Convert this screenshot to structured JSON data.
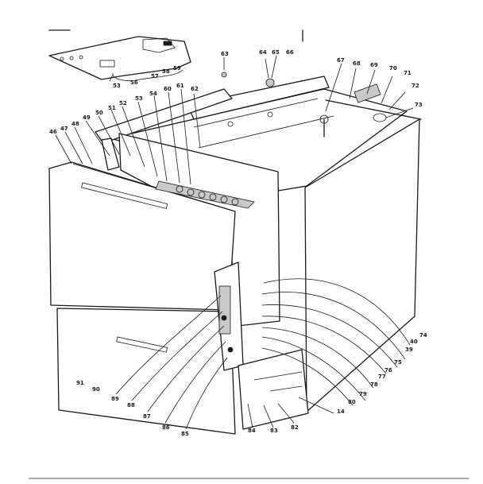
{
  "labels": [
    {
      "id": "l53",
      "text": "53"
    },
    {
      "id": "l56",
      "text": "56"
    },
    {
      "id": "l57",
      "text": "57"
    },
    {
      "id": "l58",
      "text": "58"
    },
    {
      "id": "l59",
      "text": "59"
    },
    {
      "id": "l63",
      "text": "63"
    },
    {
      "id": "l64",
      "text": "64"
    },
    {
      "id": "l65",
      "text": "65"
    },
    {
      "id": "l66",
      "text": "66"
    },
    {
      "id": "l67",
      "text": "67"
    },
    {
      "id": "l68",
      "text": "68"
    },
    {
      "id": "l69",
      "text": "69"
    },
    {
      "id": "l70",
      "text": "70"
    },
    {
      "id": "l71",
      "text": "71"
    },
    {
      "id": "l72",
      "text": "72"
    },
    {
      "id": "l73",
      "text": "73"
    },
    {
      "id": "l46",
      "text": "46"
    },
    {
      "id": "l47",
      "text": "47"
    },
    {
      "id": "l48",
      "text": "48"
    },
    {
      "id": "l49",
      "text": "49"
    },
    {
      "id": "l50",
      "text": "50"
    },
    {
      "id": "l51",
      "text": "51"
    },
    {
      "id": "l52",
      "text": "52"
    },
    {
      "id": "l53b",
      "text": "53"
    },
    {
      "id": "l54",
      "text": "54"
    },
    {
      "id": "l60",
      "text": "60"
    },
    {
      "id": "l61",
      "text": "61"
    },
    {
      "id": "l62",
      "text": "62"
    },
    {
      "id": "l74",
      "text": "74"
    },
    {
      "id": "l39",
      "text": "39"
    },
    {
      "id": "l40",
      "text": "40"
    },
    {
      "id": "l75",
      "text": "75"
    },
    {
      "id": "l76",
      "text": "76"
    },
    {
      "id": "l77",
      "text": "77"
    },
    {
      "id": "l78",
      "text": "78"
    },
    {
      "id": "l79",
      "text": "79"
    },
    {
      "id": "l80",
      "text": "80"
    },
    {
      "id": "l14",
      "text": "14"
    },
    {
      "id": "l82",
      "text": "82"
    },
    {
      "id": "l83",
      "text": "83"
    },
    {
      "id": "l84",
      "text": "84"
    },
    {
      "id": "l85",
      "text": "85"
    },
    {
      "id": "l86",
      "text": "86"
    },
    {
      "id": "l87",
      "text": "87"
    },
    {
      "id": "l88",
      "text": "88"
    },
    {
      "id": "l89",
      "text": "89"
    },
    {
      "id": "l90",
      "text": "90"
    },
    {
      "id": "l91",
      "text": "91"
    }
  ]
}
